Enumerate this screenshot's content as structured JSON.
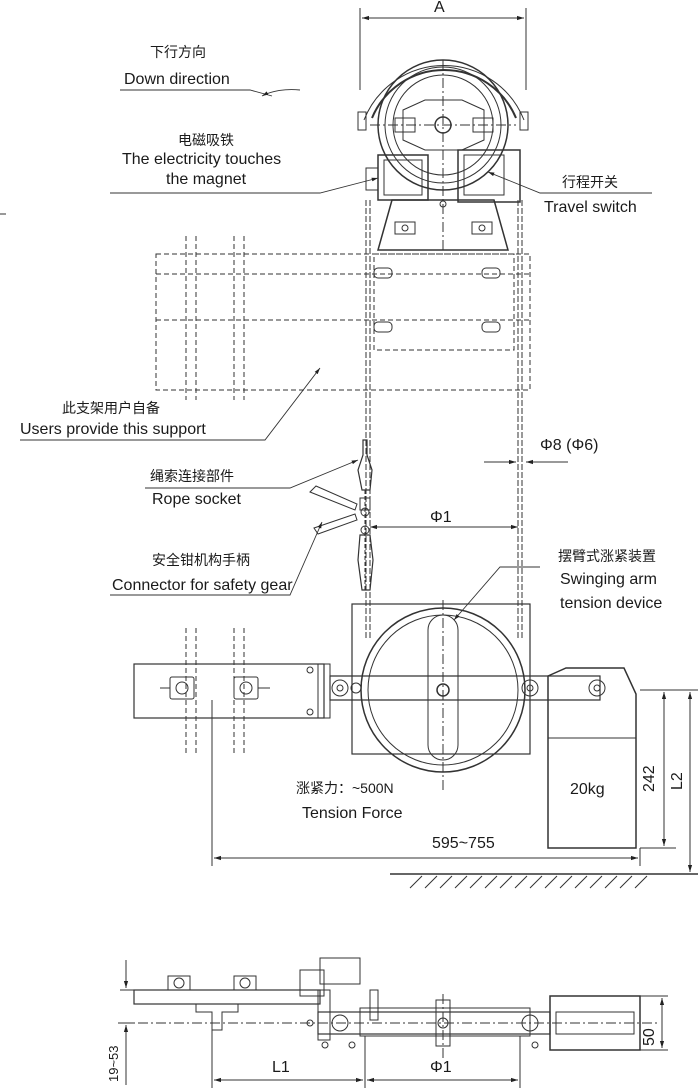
{
  "dimensions": {
    "width_a": "A",
    "pulley_diameter": "Φ1",
    "pulley_diameter_sub": "1",
    "rope_diameter": "Φ8 (Φ6)",
    "span": "595~755",
    "height_242": "242",
    "height_l2": "L2",
    "weight": "20kg",
    "plan_l1": "L1",
    "plan_phi1": "Φ1",
    "plan_19_53": "19~53",
    "plan_50": "50"
  },
  "labels": {
    "down_direction_cn": "下行方向",
    "down_direction_en": "Down direction",
    "magnet_cn": "电磁吸铁",
    "magnet_en_1": "The electricity touches",
    "magnet_en_2": "the magnet",
    "travel_switch_cn": "行程开关",
    "travel_switch_en": "Travel switch",
    "support_cn": "此支架用户自备",
    "support_en": "Users provide this support",
    "rope_socket_cn": "绳索连接部件",
    "rope_socket_en": "Rope socket",
    "safety_gear_cn": "安全钳机构手柄",
    "safety_gear_en": "Connector for safety gear",
    "tension_device_cn": "摆臂式涨紧装置",
    "tension_device_en_1": "Swinging arm",
    "tension_device_en_2": "tension device",
    "tension_force_cn": "涨紧力：~500N",
    "tension_force_en": "Tension Force"
  }
}
